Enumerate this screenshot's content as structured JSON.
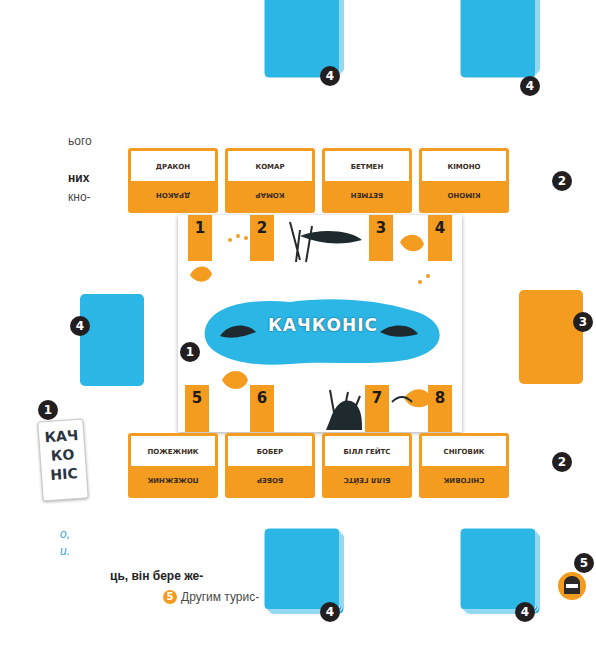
{
  "diagram": {
    "nodes": [
      {
        "text": [
          "ДРАКОН",
          "ДРАКОН"
        ]
      },
      {
        "text": [
          "КОМАР",
          "КОМАР"
        ]
      },
      {
        "text": [
          "БЕТМЕН",
          "БЕТМЕН"
        ]
      },
      {
        "text": [
          "КІМОНО",
          "КІМОНО"
        ]
      },
      {
        "text": [
          "КАЧКОНІС"
        ]
      },
      {
        "text": [
          "1"
        ],
        "in": 4
      },
      {
        "text": [
          "2"
        ],
        "in": 4
      },
      {
        "text": [
          "3"
        ],
        "in": 4
      },
      {
        "text": [
          "4"
        ],
        "in": 4
      },
      {
        "text": [
          "5"
        ],
        "in": 4
      },
      {
        "text": [
          "6"
        ],
        "in": 4
      },
      {
        "text": [
          "7"
        ],
        "in": 4
      },
      {
        "text": [
          "8"
        ],
        "in": 4
      },
      {
        "text": [
          "ПОЖЕЖНИК",
          "ПОЖЕЖНИК"
        ]
      },
      {
        "text": [
          "БОБЕР",
          "БОБЕР"
        ]
      },
      {
        "text": [
          "БІЛЛ ГЕЙТС",
          "БІЛЛ ГЕЙТС"
        ]
      },
      {
        "text": [
          "СНІГОВИК",
          "СНІГОВИК"
        ]
      },
      {
        "text": [
          "КАЧ КО НІС"
        ]
      }
    ],
    "labels": [
      "4",
      "4",
      "ього",
      "2",
      "них",
      "кно-",
      "4",
      "3",
      "1",
      "1",
      "2",
      "о,",
      "и.",
      "ць, він бере же-",
      "5",
      "Другим турис-",
      "4",
      "4",
      "5"
    ]
  }
}
